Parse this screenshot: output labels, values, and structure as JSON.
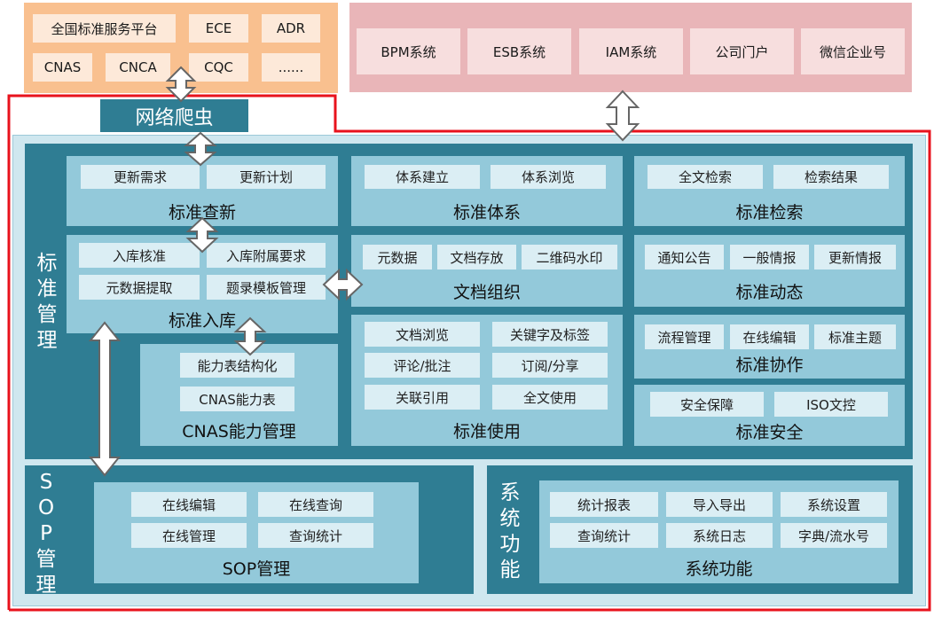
{
  "top_left": {
    "items": [
      "全国标准服务平台",
      "ECE",
      "ADR",
      "CNAS",
      "CNCA",
      "CQC",
      "......"
    ]
  },
  "top_right": {
    "items": [
      "BPM系统",
      "ESB系统",
      "IAM系统",
      "公司门户",
      "微信企业号"
    ]
  },
  "crawler": "网络爬虫",
  "std_mgmt_label": "标\n准\n管\n理",
  "sop_label": "S\nO\nP\n管\n理",
  "sys_label": "系\n统\n功\n能",
  "modules": {
    "std_update": {
      "title": "标准查新",
      "items": [
        "更新需求",
        "更新计划"
      ]
    },
    "std_intake": {
      "title": "标准入库",
      "items": [
        "入库核准",
        "入库附属要求",
        "元数据提取",
        "题录模板管理"
      ]
    },
    "cnas": {
      "title": "CNAS能力管理",
      "items": [
        "能力表结构化",
        "CNAS能力表"
      ]
    },
    "std_system": {
      "title": "标准体系",
      "items": [
        "体系建立",
        "体系浏览"
      ]
    },
    "doc_org": {
      "title": "文档组织",
      "items": [
        "元数据",
        "文档存放",
        "二维码水印"
      ]
    },
    "std_use": {
      "title": "标准使用",
      "items": [
        "文档浏览",
        "关键字及标签",
        "评论/批注",
        "订阅/分享",
        "关联引用",
        "全文使用"
      ]
    },
    "std_search": {
      "title": "标准检索",
      "items": [
        "全文检索",
        "检索结果"
      ]
    },
    "std_news": {
      "title": "标准动态",
      "items": [
        "通知公告",
        "一般情报",
        "更新情报"
      ]
    },
    "std_collab": {
      "title": "标准协作",
      "items": [
        "流程管理",
        "在线编辑",
        "标准主题"
      ]
    },
    "std_security": {
      "title": "标准安全",
      "items": [
        "安全保障",
        "ISO文控"
      ]
    },
    "sop": {
      "title": "SOP管理",
      "items": [
        "在线编辑",
        "在线查询",
        "在线管理",
        "查询统计"
      ]
    },
    "sys": {
      "title": "系统功能",
      "items": [
        "统计报表",
        "导入导出",
        "系统设置",
        "查询统计",
        "系统日志",
        "字典/流水号"
      ]
    }
  },
  "colors": {
    "orange": "#f9c08f",
    "pink": "#e9b5b8",
    "dark_teal": "#2f7d93",
    "mid_blue": "#93c9da",
    "chip": "#dbeef4",
    "red": "#e8121c"
  }
}
